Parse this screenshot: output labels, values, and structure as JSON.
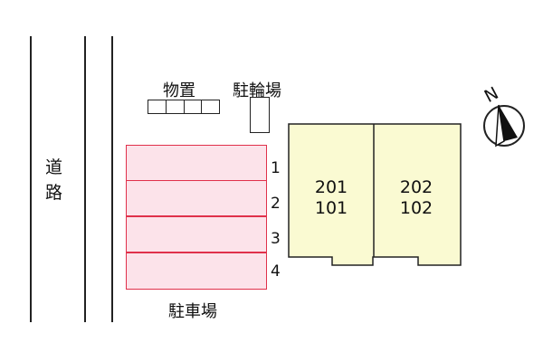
{
  "road": {
    "label_line1": "道",
    "label_line2": "路"
  },
  "storage": {
    "label": "物置",
    "compartments": 4
  },
  "bicycle_parking": {
    "label": "駐輪場"
  },
  "parking": {
    "label": "駐車場",
    "slots": [
      {
        "number": "1"
      },
      {
        "number": "2"
      },
      {
        "number": "3"
      },
      {
        "number": "4"
      }
    ]
  },
  "building": {
    "units": [
      {
        "upper": "201",
        "lower": "101"
      },
      {
        "upper": "202",
        "lower": "102"
      }
    ]
  },
  "compass": {
    "north_label": "N"
  },
  "colors": {
    "parking_fill": "#fce3ea",
    "parking_border": "#e0314b",
    "building_fill": "#fafad2",
    "line": "#222222"
  }
}
